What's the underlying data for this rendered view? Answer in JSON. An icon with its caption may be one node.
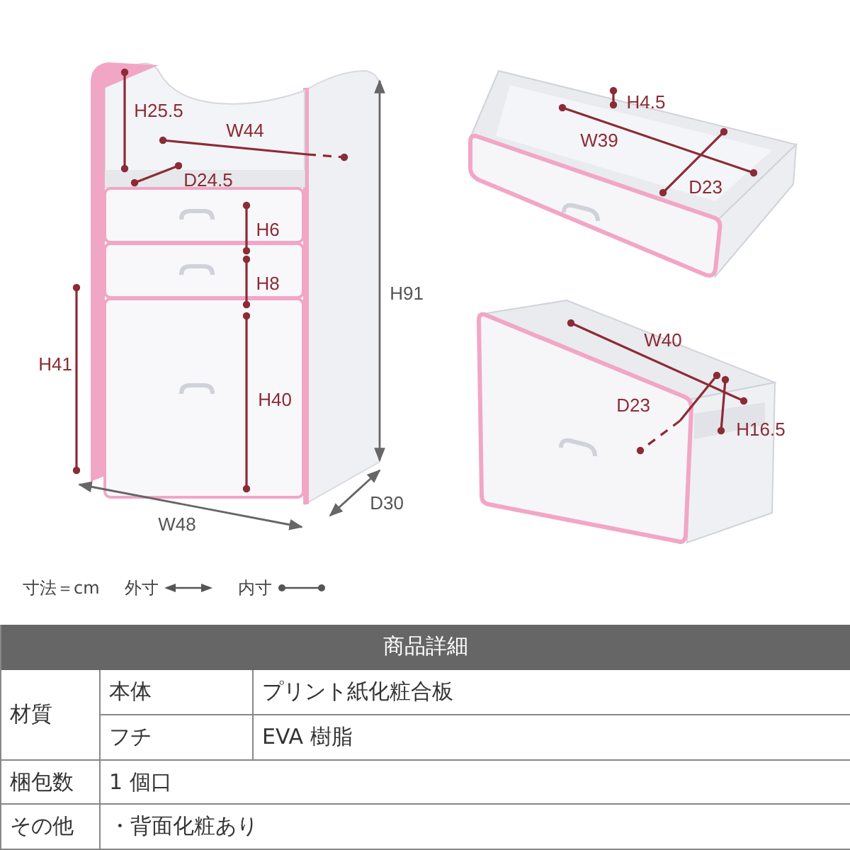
{
  "diagram": {
    "labels": [
      "H25.5",
      "W44",
      "D24.5",
      "H6",
      "H8",
      "H41",
      "H40",
      "H91",
      "W48",
      "D30",
      "H4.5",
      "W39",
      "D23",
      "W40",
      "D23",
      "H16.5",
      "寸法＝cm",
      "商品詳細",
      "材質",
      "本体",
      "プリント紙化粧合板",
      "フチ",
      "EVA 樹脂",
      "梱包数",
      "1 個口",
      "その他",
      "・背面化粧あり"
    ],
    "legend": [
      {
        "text": "外寸"
      },
      {
        "text": "内寸"
      }
    ]
  }
}
